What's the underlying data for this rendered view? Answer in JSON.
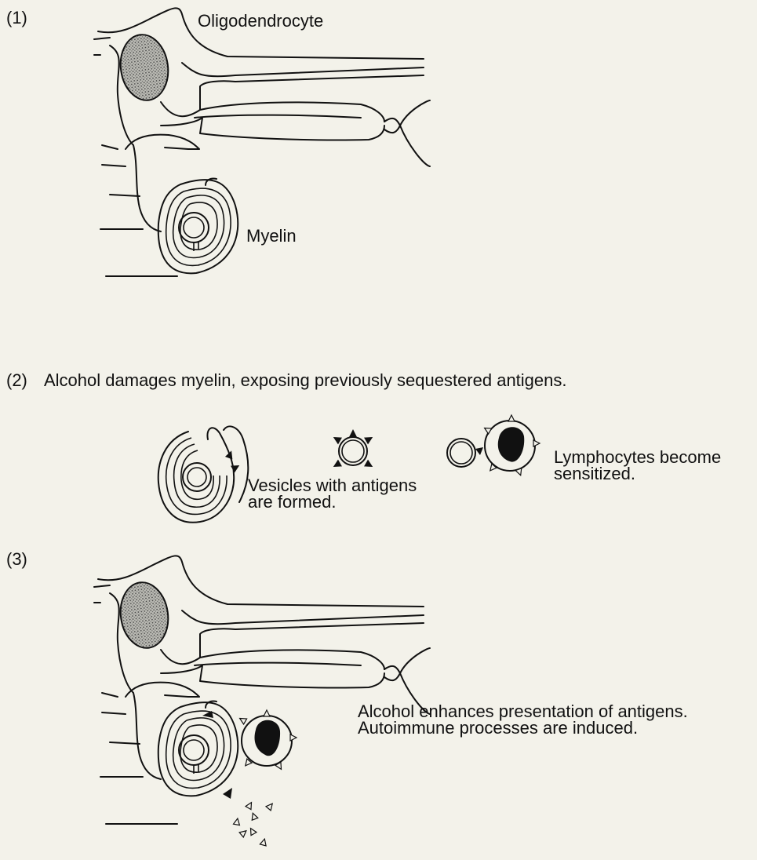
{
  "panel1": {
    "number": "(1)",
    "title": "Oligodendrocyte",
    "myelin_label": "Myelin"
  },
  "panel2": {
    "number": "(2)",
    "caption": "Alcohol damages myelin, exposing  previously sequestered antigens.",
    "vesicle_label_line1": "Vesicles with antigens",
    "vesicle_label_line2": "are formed.",
    "lymph_label_line1": "Lymphocytes become",
    "lymph_label_line2": "sensitized."
  },
  "panel3": {
    "number": "(3)",
    "caption_line1": "Alcohol enhances presentation of antigens.",
    "caption_line2": "Autoimmune processes are induced."
  },
  "colors": {
    "background": "#f3f2ea",
    "ink": "#111111",
    "nucleus_fill": "#8a8a8a"
  }
}
